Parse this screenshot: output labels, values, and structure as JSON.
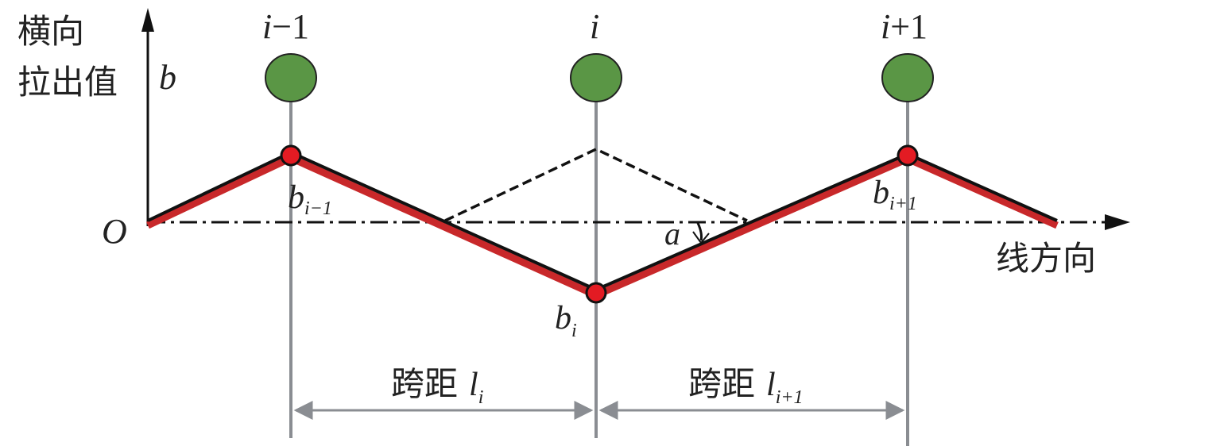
{
  "axis": {
    "y_label_line1": "横向",
    "y_label_line2": "拉出值",
    "y_symbol": "b",
    "origin": "O",
    "x_label": "线方向"
  },
  "poles": [
    {
      "label_var": "i",
      "label_op": "−1"
    },
    {
      "label_var": "i",
      "label_op": ""
    },
    {
      "label_var": "i",
      "label_op": "+1"
    }
  ],
  "points": [
    {
      "base": "b",
      "sub": "i−1"
    },
    {
      "base": "b",
      "sub": "i"
    },
    {
      "base": "b",
      "sub": "i+1"
    }
  ],
  "angle": "a",
  "spans": [
    {
      "label": "跨距",
      "var": "l",
      "sub": "i"
    },
    {
      "label": "跨距",
      "var": "l",
      "sub": "i+1"
    }
  ],
  "colors": {
    "wire_red": "#c8282a",
    "wire_black": "#111111",
    "pole_gray": "#8a8d92",
    "insulator_green": "#5a9645",
    "point_red": "#e31b23"
  }
}
